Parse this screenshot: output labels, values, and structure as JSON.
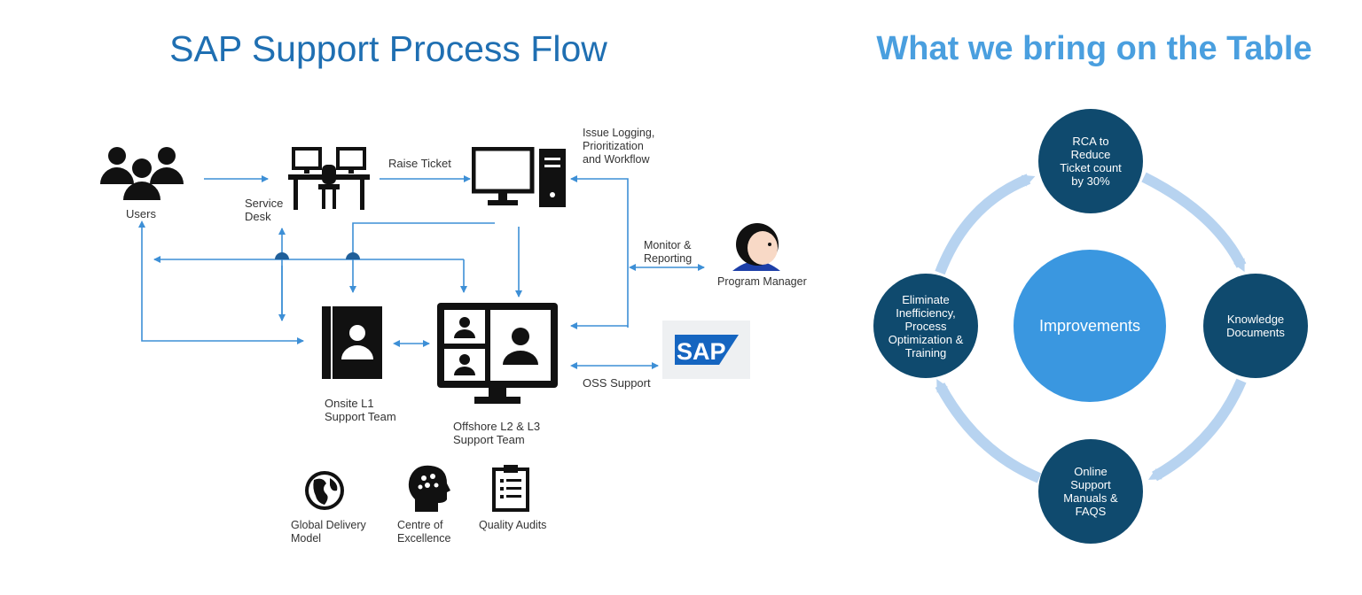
{
  "left": {
    "title": "SAP Support Process Flow",
    "nodes": {
      "users": "Users",
      "service_desk": "Service\nDesk",
      "raise_ticket": "Raise Ticket",
      "issue_logging": "Issue Logging,\nPrioritization\nand Workflow",
      "monitor_reporting": "Monitor &\nReporting",
      "program_manager": "Program Manager",
      "onsite": "Onsite L1\nSupport Team",
      "offshore": "Offshore L2 & L3\nSupport Team",
      "oss_support": "OSS Support",
      "sap_logo": "SAP"
    },
    "footer": [
      {
        "label": "Global Delivery\nModel",
        "icon": "globe-icon"
      },
      {
        "label": "Centre of\nExcellence",
        "icon": "brain-head-icon"
      },
      {
        "label": "Quality Audits",
        "icon": "clipboard-icon"
      }
    ]
  },
  "right": {
    "title": "What we bring on the Table",
    "center": "Improvements",
    "top": "RCA to\nReduce\nTicket count\nby 30%",
    "right": "Knowledge\nDocuments",
    "bottom": "Online\nSupport\nManuals &\nFAQS",
    "left": "Eliminate\nInefficiency,\nProcess\nOptimization &\nTraining"
  },
  "colors": {
    "flow_arrow": "#3d8fd6",
    "cycle_arrow": "#b7d3f0",
    "dark_circle": "#0f4a6e",
    "center_circle": "#3a97e0",
    "title_left": "#1f6fb2",
    "title_right": "#4a9fdf"
  }
}
